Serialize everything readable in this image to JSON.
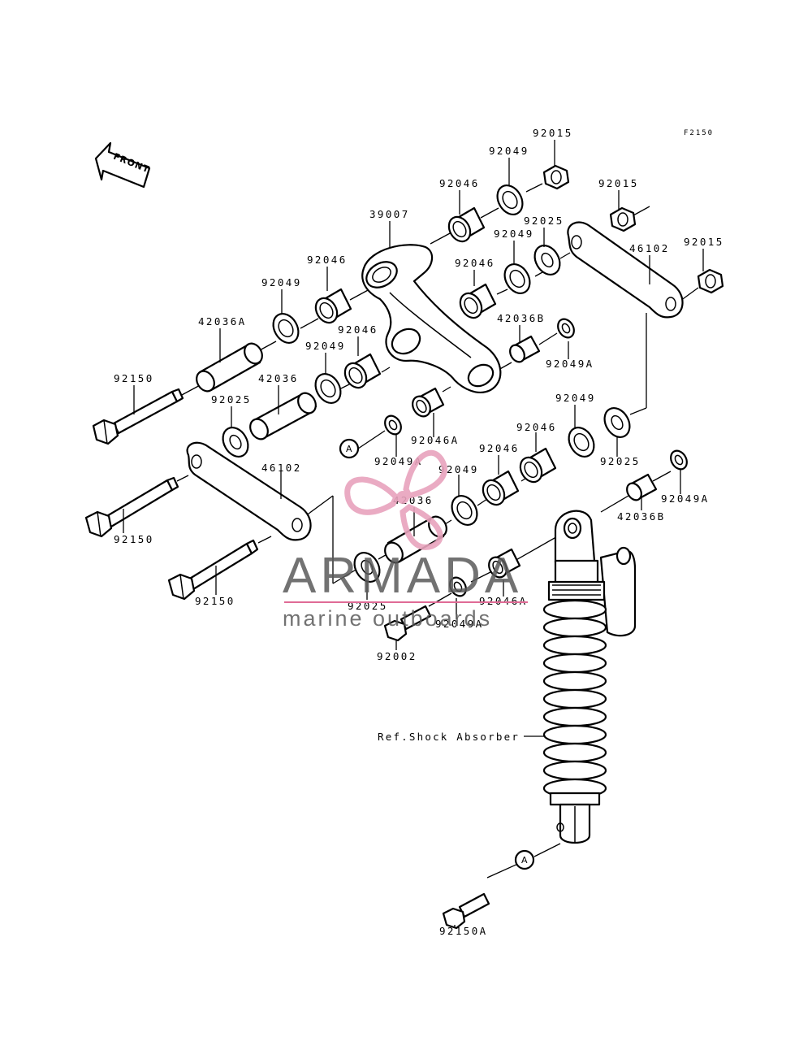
{
  "diagram": {
    "code": "F2150",
    "direction_label": "FRONT",
    "reference_label": "Ref.Shock Absorber",
    "part_labels": {
      "p92015a": "92015",
      "p92049a": "92049",
      "p92046a": "92046",
      "p92015b": "92015",
      "p39007": "39007",
      "p92025a": "92025",
      "p92049b": "92049",
      "p92015c": "92015",
      "p46102a": "46102",
      "p92046b": "92046",
      "p92049c": "92049",
      "p92046c": "92046",
      "p42036Ba": "42036B",
      "p42036Aa": "42036A",
      "p92049d": "92049",
      "p92046d": "92046",
      "p92049Aa": "92049A",
      "p92150a": "92150",
      "p42036a": "42036",
      "p92025b": "92025",
      "p92046Aa": "92046A",
      "p92049e": "92049",
      "p92046e": "92046",
      "p92049Ab": "92049A",
      "p92046f": "92046",
      "p46102b": "46102",
      "p92049f": "92049",
      "p92025c": "92025",
      "p42036b": "42036",
      "p92049Ac": "92049A",
      "p42036Bb": "42036B",
      "p92150b": "92150",
      "p92150c": "92150",
      "p92025d": "92025",
      "p92046Ab": "92046A",
      "p92049Ad": "92049A",
      "p92002": "92002",
      "p92150A": "92150A"
    },
    "callout_a": "A",
    "watermark": {
      "brand": "ARMADA",
      "tagline": "marine outboards",
      "colors": {
        "logo": "#e8a3bd",
        "text": "#5a5a5a",
        "rule": "#e06b96"
      }
    }
  }
}
